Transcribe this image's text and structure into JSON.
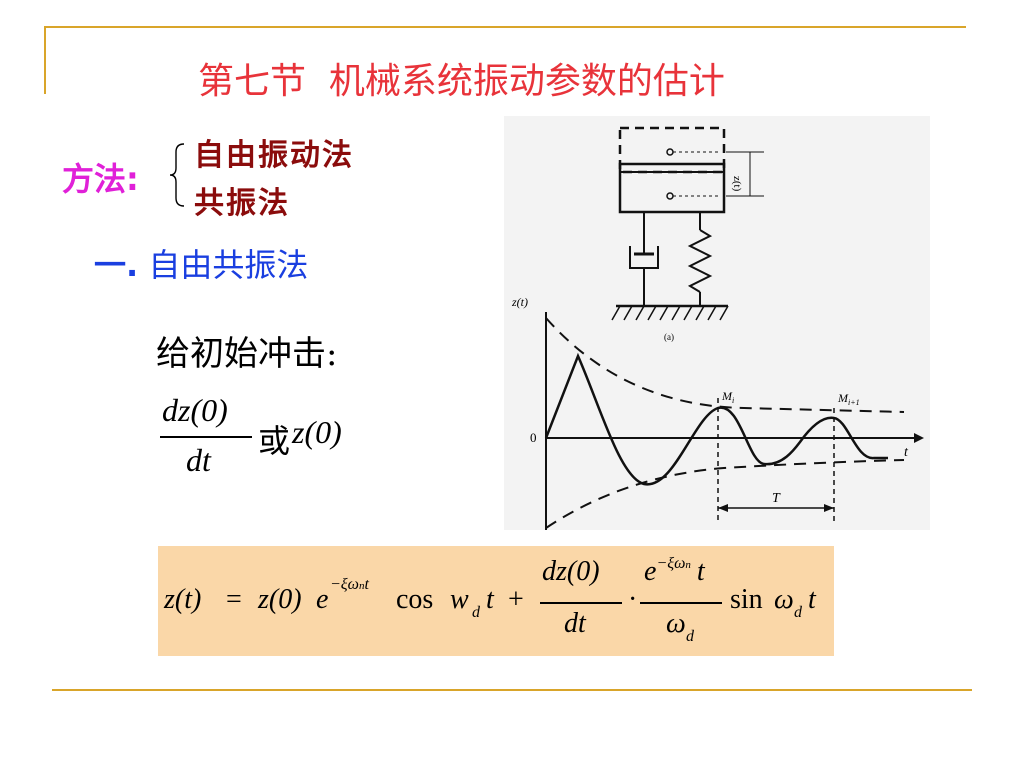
{
  "title": "第七节  机械系统振动参数的估计",
  "methods": {
    "label": "方法:",
    "items": [
      "自由振动法",
      "共振法"
    ]
  },
  "section": {
    "number": "一.",
    "title": "自由共振法"
  },
  "initial": {
    "text": "给初始冲击:",
    "or_text": "或",
    "frac_num": "dz(0)",
    "frac_den": "dt",
    "z0": "z(0)"
  },
  "figure": {
    "axis_z": "z(t)",
    "axis_t": "t",
    "origin": "0",
    "label_m1": "M",
    "label_m1_sub": "i",
    "label_m2": "M",
    "label_m2_sub": "i+1",
    "period": "T",
    "disp": "z(t)",
    "caption": "(a)"
  },
  "formula": {
    "lhs": "z(t)",
    "eq": "=",
    "z0": "z(0)",
    "e": "e",
    "exp": "−ξω",
    "exp_sub": "n",
    "exp_t": "t",
    "cos": "cos",
    "w": "w",
    "w_sub": "d",
    "t": "t",
    "plus": "+",
    "frac1_num": "dz(0)",
    "frac1_den": "dt",
    "dot": "·",
    "frac2_num_e": "e",
    "frac2_num_exp": "−ξω",
    "frac2_num_exp_sub": "n",
    "frac2_num_t": "t",
    "frac2_den": "ω",
    "frac2_den_sub": "d",
    "sin": "sin",
    "omega": "ω",
    "omega_sub": "d",
    "t2": "t"
  }
}
